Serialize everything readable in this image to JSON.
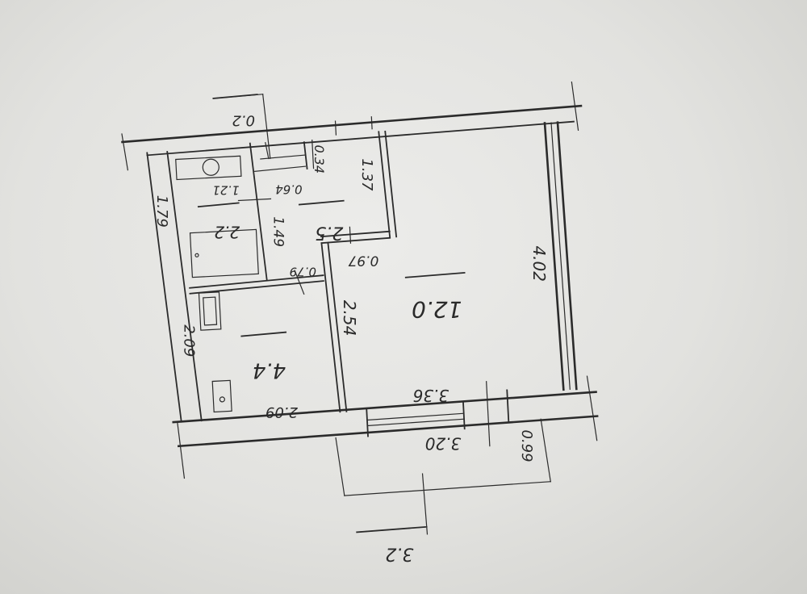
{
  "areas": {
    "main_room": "12.0",
    "kitchen": "4.4",
    "hall": "2.5",
    "bathroom": "2.2",
    "balcony": "3.2",
    "closet": "0.2"
  },
  "dimensions": {
    "main_length": "4.02",
    "main_width": "3.36",
    "kitchen_length": "2.54",
    "kitchen_width": "2.09",
    "kitchen_outer": "2.09",
    "bath_length": "1.79",
    "bath_width": "1.49",
    "hall_length": "1.37",
    "hall_notch": "0.97",
    "hall_small": "0.79",
    "closet_w": "0.34",
    "closet_d": "0.64",
    "bath_inner": "1.21",
    "balcony_length": "3.20",
    "balcony_depth": "0.99"
  },
  "colors": {
    "paper": "#e4e4e1",
    "ink": "#2b2b2b"
  }
}
